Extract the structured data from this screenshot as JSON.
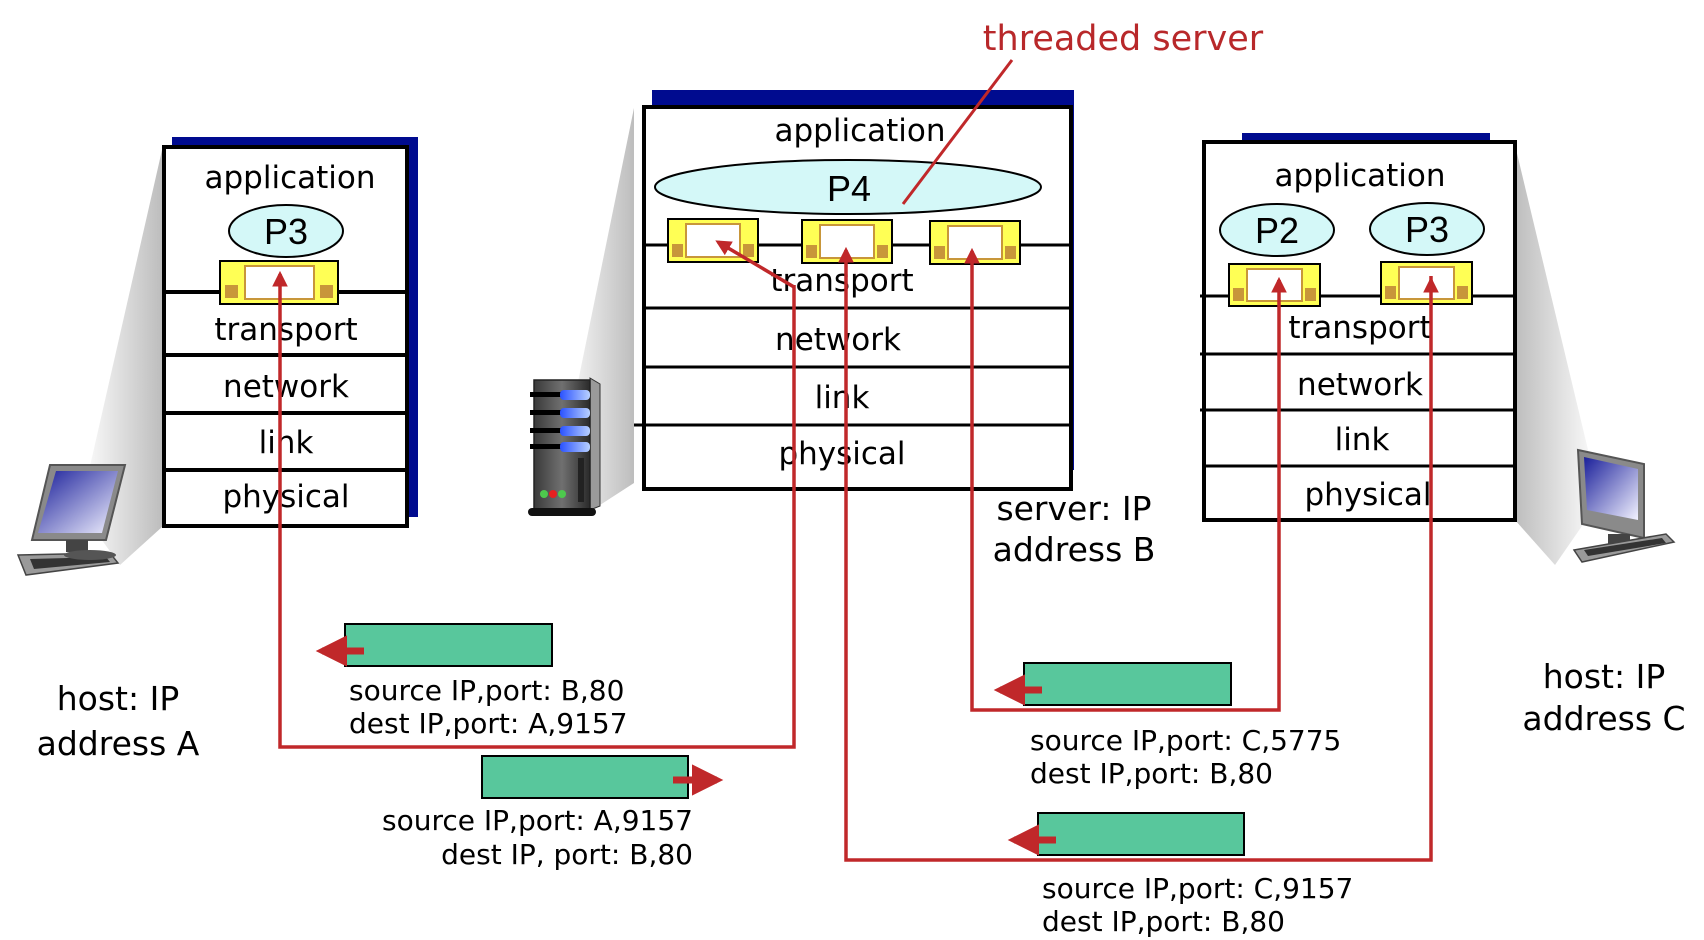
{
  "title": "threaded server",
  "colors": {
    "accent_red": "#c0282a",
    "stack_shadow_blue": "#000b8f",
    "process_fill": "#d4f8f8",
    "socket_fill": "#ffff55",
    "socket_trim": "#c8963a",
    "segment_fill": "#58c79c"
  },
  "layers": [
    "application",
    "transport",
    "network",
    "link",
    "physical"
  ],
  "hosts": {
    "host_a": {
      "label_line1": "host: IP",
      "label_line2": "address A",
      "processes": [
        "P3"
      ],
      "icon": "desktop-computer-icon"
    },
    "server_b": {
      "label_line1": "server: IP",
      "label_line2": "address B",
      "processes": [
        "P4"
      ],
      "socket_count": 3,
      "icon": "server-tower-icon"
    },
    "host_c": {
      "label_line1": "host: IP",
      "label_line2": "address C",
      "processes": [
        "P2",
        "P3"
      ],
      "icon": "desktop-computer-icon"
    }
  },
  "segments": [
    {
      "direction": "left",
      "line1": "source IP,port: B,80",
      "line2": "dest IP,port: A,9157"
    },
    {
      "direction": "right",
      "line1": "source IP,port: A,9157",
      "line2": "dest IP, port: B,80"
    },
    {
      "direction": "left",
      "line1": "source IP,port: C,5775",
      "line2": "dest IP,port: B,80"
    },
    {
      "direction": "left",
      "line1": "source IP,port: C,9157",
      "line2": "dest IP,port: B,80"
    }
  ]
}
